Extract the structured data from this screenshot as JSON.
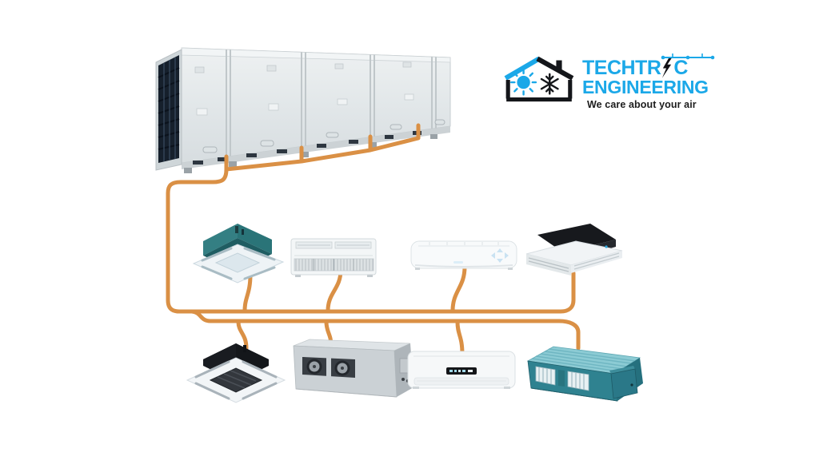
{
  "logo": {
    "brand_name": "TECHTRIC ENGINEERING",
    "line1_prefix": "TECHTR",
    "line1_suffix": "C",
    "line2": "ENGINEERING",
    "tagline": "We care about your air",
    "brand_color": "#1BA8E8",
    "dark_color": "#14161A"
  },
  "diagram": {
    "description": "VRF air conditioning system: outdoor unit bank piped to eight indoor units",
    "pipe_color": "#DA9045",
    "outdoor_bank": {
      "name": "vrf-outdoor-unit-bank",
      "module_count": 5,
      "body_color": "#E4E8EA",
      "grille_color": "#16202C"
    },
    "indoor_rows": [
      {
        "units": [
          {
            "id": "cassette-4way-teal",
            "type": "4-way ceiling cassette",
            "accent": "#2E7D82"
          },
          {
            "id": "ceiling-floor-unit",
            "type": "ceiling / floor unit",
            "accent": "#F3F6F7"
          },
          {
            "id": "wall-split-upper",
            "type": "wall-mounted split",
            "accent": "#F8FAFB"
          },
          {
            "id": "cassette-1way-black",
            "type": "1-way ceiling cassette",
            "accent": "#17191D"
          }
        ]
      },
      {
        "units": [
          {
            "id": "cassette-4way-black",
            "type": "4-way ceiling cassette",
            "accent": "#22262C"
          },
          {
            "id": "ducted-unit-gray",
            "type": "high-static ducted unit",
            "accent": "#CBD1D5"
          },
          {
            "id": "wall-split-lower",
            "type": "wall-mounted split",
            "accent": "#F6F8F9"
          },
          {
            "id": "ducted-unit-teal",
            "type": "ducted unit",
            "accent": "#2F8290"
          }
        ]
      }
    ]
  }
}
